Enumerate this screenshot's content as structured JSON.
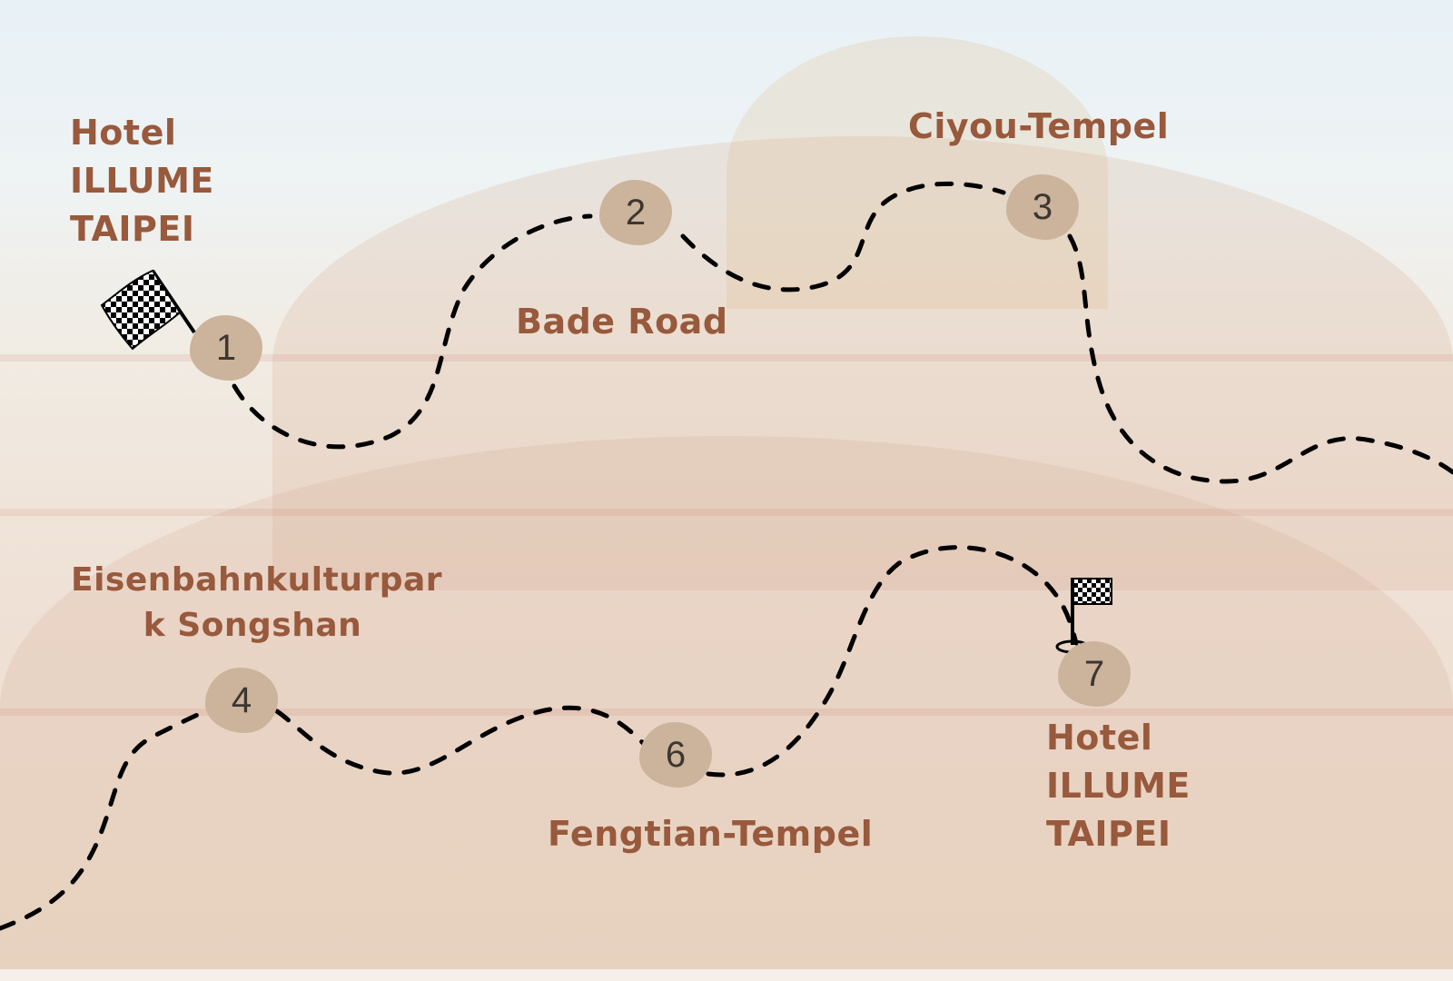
{
  "map": {
    "stops": [
      {
        "number": "1"
      },
      {
        "number": "2"
      },
      {
        "number": "3"
      },
      {
        "number": "4"
      },
      {
        "number": "6"
      },
      {
        "number": "7"
      }
    ],
    "labels": {
      "start_hotel": [
        "Hotel",
        "ILLUME",
        "TAIPEI"
      ],
      "bade_road": "Bade Road",
      "ciyou_temple": "Ciyou-Tempel",
      "railway_park": [
        "Eisenbahnkulturpar",
        "k Songshan"
      ],
      "fengtian_temple": "Fengtian-Tempel",
      "end_hotel": [
        "Hotel",
        "ILLUME",
        "TAIPEI"
      ]
    },
    "icons": {
      "start_flag": "checkered-flag-icon",
      "end_flag": "checkered-flag-on-pin-icon"
    },
    "colors": {
      "label": "#98593c",
      "stop_marker": "#cbb39c",
      "route": "#000000"
    }
  }
}
